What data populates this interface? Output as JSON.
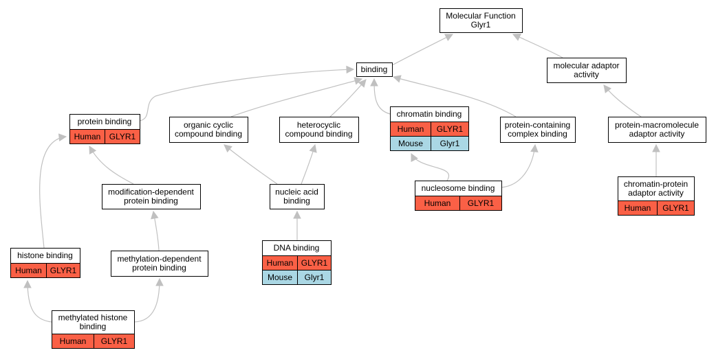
{
  "colors": {
    "human": "#fa6046",
    "mouse": "#aad7e4",
    "edge": "#c0c0c0"
  },
  "nodes": [
    {
      "id": "mf",
      "lines": [
        "Molecular Function",
        "Glyr1"
      ],
      "rows": []
    },
    {
      "id": "binding",
      "lines": [
        "binding"
      ],
      "rows": []
    },
    {
      "id": "mol_adaptor",
      "lines": [
        "molecular adaptor",
        "activity"
      ],
      "rows": []
    },
    {
      "id": "protein_binding",
      "lines": [
        "protein binding"
      ],
      "rows": [
        {
          "species": "Human",
          "gene": "GLYR1",
          "kind": "human"
        }
      ]
    },
    {
      "id": "organic_cyclic",
      "lines": [
        "organic cyclic",
        "compound binding"
      ],
      "rows": []
    },
    {
      "id": "heterocyclic",
      "lines": [
        "heterocyclic",
        "compound binding"
      ],
      "rows": []
    },
    {
      "id": "chromatin_binding",
      "lines": [
        "chromatin binding"
      ],
      "rows": [
        {
          "species": "Human",
          "gene": "GLYR1",
          "kind": "human"
        },
        {
          "species": "Mouse",
          "gene": "Glyr1",
          "kind": "mouse"
        }
      ]
    },
    {
      "id": "protein_containing",
      "lines": [
        "protein-containing",
        "complex binding"
      ],
      "rows": []
    },
    {
      "id": "pm_adaptor",
      "lines": [
        "protein-macromolecule",
        "adaptor activity"
      ],
      "rows": []
    },
    {
      "id": "mod_dep",
      "lines": [
        "modification-dependent",
        "protein binding"
      ],
      "rows": []
    },
    {
      "id": "nucleic_acid",
      "lines": [
        "nucleic acid",
        "binding"
      ],
      "rows": []
    },
    {
      "id": "nucleosome",
      "lines": [
        "nucleosome binding"
      ],
      "rows": [
        {
          "species": "Human",
          "gene": "GLYR1",
          "kind": "human"
        }
      ]
    },
    {
      "id": "chromatin_protein_adaptor",
      "lines": [
        "chromatin-protein",
        "adaptor activity"
      ],
      "rows": [
        {
          "species": "Human",
          "gene": "GLYR1",
          "kind": "human"
        }
      ]
    },
    {
      "id": "histone_binding",
      "lines": [
        "histone binding"
      ],
      "rows": [
        {
          "species": "Human",
          "gene": "GLYR1",
          "kind": "human"
        }
      ]
    },
    {
      "id": "methylation_dep",
      "lines": [
        "methylation-dependent",
        "protein binding"
      ],
      "rows": []
    },
    {
      "id": "dna_binding",
      "lines": [
        "DNA binding"
      ],
      "rows": [
        {
          "species": "Human",
          "gene": "GLYR1",
          "kind": "human"
        },
        {
          "species": "Mouse",
          "gene": "Glyr1",
          "kind": "mouse"
        }
      ]
    },
    {
      "id": "methylated_histone",
      "lines": [
        "methylated histone",
        "binding"
      ],
      "rows": [
        {
          "species": "Human",
          "gene": "GLYR1",
          "kind": "human"
        }
      ]
    }
  ],
  "edges": [
    {
      "from": "binding",
      "to": "mf"
    },
    {
      "from": "mol_adaptor",
      "to": "mf"
    },
    {
      "from": "protein_binding",
      "to": "binding"
    },
    {
      "from": "organic_cyclic",
      "to": "binding"
    },
    {
      "from": "heterocyclic",
      "to": "binding"
    },
    {
      "from": "chromatin_binding",
      "to": "binding"
    },
    {
      "from": "protein_containing",
      "to": "binding"
    },
    {
      "from": "pm_adaptor",
      "to": "mol_adaptor"
    },
    {
      "from": "chromatin_protein_adaptor",
      "to": "pm_adaptor"
    },
    {
      "from": "mod_dep",
      "to": "protein_binding"
    },
    {
      "from": "histone_binding",
      "to": "protein_binding"
    },
    {
      "from": "nucleic_acid",
      "to": "organic_cyclic"
    },
    {
      "from": "nucleic_acid",
      "to": "heterocyclic"
    },
    {
      "from": "nucleosome",
      "to": "chromatin_binding"
    },
    {
      "from": "nucleosome",
      "to": "protein_containing"
    },
    {
      "from": "dna_binding",
      "to": "nucleic_acid"
    },
    {
      "from": "methylation_dep",
      "to": "mod_dep"
    },
    {
      "from": "methylated_histone",
      "to": "histone_binding"
    },
    {
      "from": "methylated_histone",
      "to": "methylation_dep"
    }
  ]
}
